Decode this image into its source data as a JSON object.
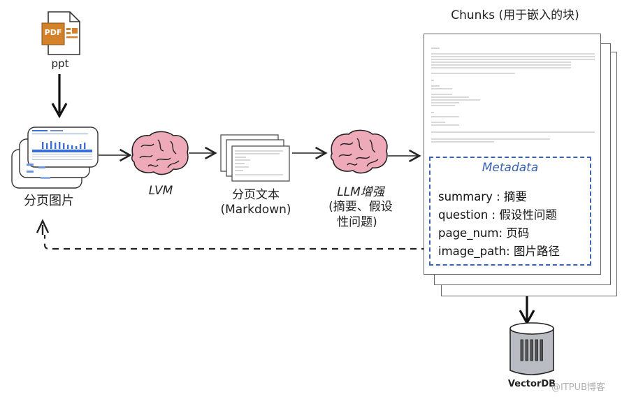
{
  "nodes": {
    "pdf_icon": {
      "badge": "PDF",
      "label": "ppt"
    },
    "page_images": {
      "label": "分页图片"
    },
    "lvm": {
      "label": "LVM"
    },
    "page_text": {
      "label_line1": "分页文本",
      "label_line2": "(Markdown)"
    },
    "llm": {
      "label_line1": "LLM增强",
      "label_line2": "(摘要、假设",
      "label_line3": "性问题)"
    },
    "chunks": {
      "title": "Chunks (用于嵌入的块)"
    },
    "vectordb": {
      "label": "VectorDB"
    }
  },
  "metadata": {
    "title": "Metadata",
    "fields": [
      {
        "key": "summary",
        "sep": " : ",
        "value": "摘要"
      },
      {
        "key": "question",
        "sep": " : ",
        "value": "假设性问题"
      },
      {
        "key": "page_num",
        "sep": ": ",
        "value": "页码"
      },
      {
        "key": "image_path",
        "sep": ": ",
        "value": "图片路径"
      }
    ]
  },
  "colors": {
    "pdf_orange": "#d4822a",
    "brain_pink": "#eeaab8",
    "metadata_blue": "#3b64b0",
    "db_gray": "#b9bcc2",
    "slide_blue": "#3a6fd8"
  },
  "watermark": "@ITPUB博客"
}
